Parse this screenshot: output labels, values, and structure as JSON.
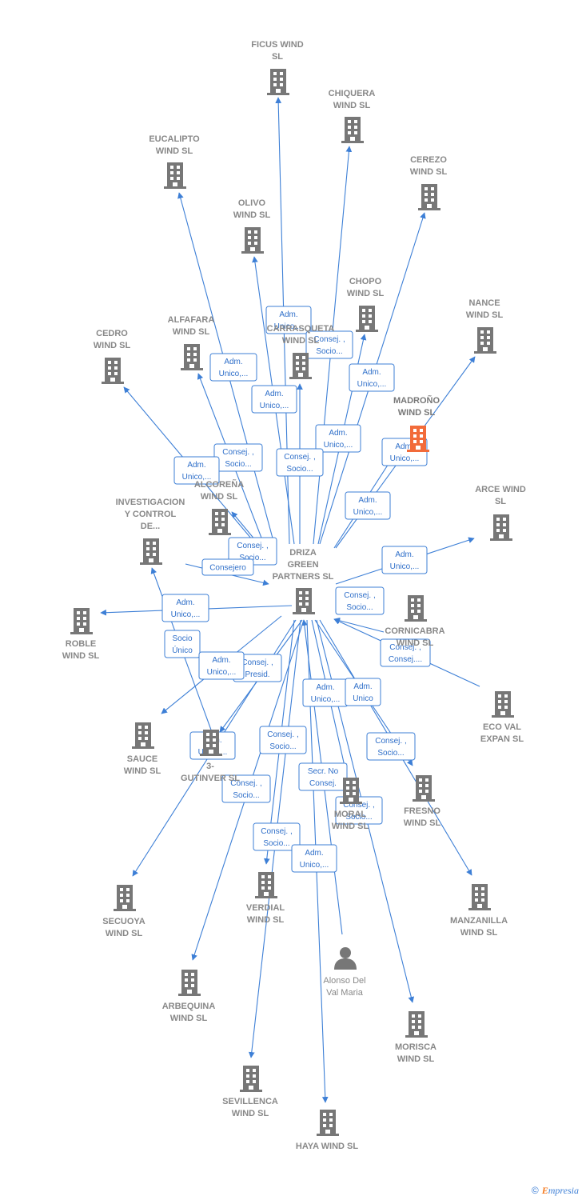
{
  "colors": {
    "edge": "#3d7fd6",
    "company_icon": "#777777",
    "focus_icon": "#f26b3a",
    "label": "#888888"
  },
  "nodes": [
    {
      "id": "ficus",
      "lines": [
        "FICUS WIND",
        "SL"
      ],
      "icon": "building-icon"
    },
    {
      "id": "chiquera",
      "lines": [
        "CHIQUERA",
        "WIND  SL"
      ],
      "icon": "building-icon"
    },
    {
      "id": "eucalipto",
      "lines": [
        "EUCALIPTO",
        "WIND  SL"
      ],
      "icon": "building-icon"
    },
    {
      "id": "cerezo",
      "lines": [
        "CEREZO",
        "WIND  SL"
      ],
      "icon": "building-icon"
    },
    {
      "id": "olivo",
      "lines": [
        "OLIVO",
        "WIND  SL"
      ],
      "icon": "building-icon"
    },
    {
      "id": "chopo",
      "lines": [
        "CHOPO",
        "WIND  SL"
      ],
      "icon": "building-icon"
    },
    {
      "id": "nance",
      "lines": [
        "NANCE",
        "WIND  SL"
      ],
      "icon": "building-icon"
    },
    {
      "id": "alfafara",
      "lines": [
        "ALFAFARA",
        "WIND  SL"
      ],
      "icon": "building-icon"
    },
    {
      "id": "cedro",
      "lines": [
        "CEDRO",
        "WIND  SL"
      ],
      "icon": "building-icon"
    },
    {
      "id": "carrasqueta",
      "lines": [
        "CARRASQUETA",
        "WIND  SL"
      ],
      "icon": "building-icon"
    },
    {
      "id": "madrono",
      "lines": [
        "MADROÑO",
        "WIND  SL"
      ],
      "icon": "building-icon",
      "focus": true
    },
    {
      "id": "arce",
      "lines": [
        "ARCE WIND",
        "SL"
      ],
      "icon": "building-icon"
    },
    {
      "id": "alcorena",
      "lines": [
        "ALCOREÑA",
        "WIND  SL"
      ],
      "icon": "building-icon"
    },
    {
      "id": "investigacion",
      "lines": [
        "INVESTIGACION",
        "Y CONTROL",
        "DE..."
      ],
      "icon": "building-icon"
    },
    {
      "id": "driza",
      "lines": [
        "DRIZA",
        "GREEN",
        "PARTNERS  SL"
      ],
      "icon": "building-icon"
    },
    {
      "id": "cornicabra",
      "lines": [
        "CORNICABRA",
        "WIND  SL"
      ],
      "icon": "building-icon"
    },
    {
      "id": "roble",
      "lines": [
        "ROBLE",
        "WIND  SL"
      ],
      "icon": "building-icon"
    },
    {
      "id": "ecoval",
      "lines": [
        "ECO VAL",
        "EXPAN  SL"
      ],
      "icon": "building-icon"
    },
    {
      "id": "sauce",
      "lines": [
        "SAUCE",
        "WIND  SL"
      ],
      "icon": "building-icon"
    },
    {
      "id": "gutinver",
      "lines": [
        "3-",
        "GUTINVER  SL"
      ],
      "icon": "building-icon"
    },
    {
      "id": "fresno",
      "lines": [
        "FRESNO",
        "WIND  SL"
      ],
      "icon": "building-icon"
    },
    {
      "id": "moral",
      "lines": [
        "MORAL",
        "WIND  SL"
      ],
      "icon": "building-icon"
    },
    {
      "id": "secuoya",
      "lines": [
        "SECUOYA",
        "WIND  SL"
      ],
      "icon": "building-icon"
    },
    {
      "id": "verdial",
      "lines": [
        "VERDIAL",
        "WIND  SL"
      ],
      "icon": "building-icon"
    },
    {
      "id": "manzanilla",
      "lines": [
        "MANZANILLA",
        "WIND  SL"
      ],
      "icon": "building-icon"
    },
    {
      "id": "alonso",
      "lines": [
        "Alonso Del",
        "Val Maria"
      ],
      "icon": "person-icon"
    },
    {
      "id": "arbequina",
      "lines": [
        "ARBEQUINA",
        "WIND  SL"
      ],
      "icon": "building-icon"
    },
    {
      "id": "morisca",
      "lines": [
        "MORISCA",
        "WIND  SL"
      ],
      "icon": "building-icon"
    },
    {
      "id": "sevillenca",
      "lines": [
        "SEVILLENCA",
        "WIND  SL"
      ],
      "icon": "building-icon"
    },
    {
      "id": "haya",
      "lines": [
        "HAYA WIND  SL"
      ],
      "icon": "building-icon"
    }
  ],
  "roles": [
    {
      "id": "r1",
      "lines": [
        "Adm.",
        "Unico,..."
      ]
    },
    {
      "id": "r2",
      "lines": [
        "Consej. ,",
        "Socio..."
      ]
    },
    {
      "id": "r3",
      "lines": [
        "Adm.",
        "Unico,..."
      ]
    },
    {
      "id": "r4",
      "lines": [
        "Adm.",
        "Unico,..."
      ]
    },
    {
      "id": "r5",
      "lines": [
        "Adm.",
        "Unico,..."
      ]
    },
    {
      "id": "r6",
      "lines": [
        "Adm.",
        "Unico,..."
      ]
    },
    {
      "id": "r7",
      "lines": [
        "Consej. ,",
        "Socio..."
      ]
    },
    {
      "id": "r8",
      "lines": [
        "Adm.",
        "Unico,..."
      ]
    },
    {
      "id": "r9",
      "lines": [
        "Consej. ,",
        "Socio..."
      ]
    },
    {
      "id": "r10",
      "lines": [
        "Adm.",
        "Unico,..."
      ]
    },
    {
      "id": "r11",
      "lines": [
        "Adm.",
        "Unico,..."
      ]
    },
    {
      "id": "r12",
      "lines": [
        "Consej. ,",
        "Socio..."
      ]
    },
    {
      "id": "r13",
      "lines": [
        "Consejero"
      ]
    },
    {
      "id": "r14",
      "lines": [
        "Adm.",
        "Unico,..."
      ]
    },
    {
      "id": "r15",
      "lines": [
        "Consej. ,",
        "Socio..."
      ]
    },
    {
      "id": "r16",
      "lines": [
        "Adm.",
        "Unico,..."
      ]
    },
    {
      "id": "r17",
      "lines": [
        "Consej. ,",
        "Consej...."
      ]
    },
    {
      "id": "r18",
      "lines": [
        "Socio",
        "Único"
      ]
    },
    {
      "id": "r19",
      "lines": [
        "Consej. ,",
        "Presid."
      ]
    },
    {
      "id": "r20",
      "lines": [
        "Adm.",
        "Unico,..."
      ]
    },
    {
      "id": "r21",
      "lines": [
        "Adm.",
        "Unico,..."
      ]
    },
    {
      "id": "r22",
      "lines": [
        "Adm.",
        "Unico"
      ]
    },
    {
      "id": "r23",
      "lines": [
        "Adm.",
        "Unico,..."
      ]
    },
    {
      "id": "r24",
      "lines": [
        "Consej. ,",
        "Socio..."
      ]
    },
    {
      "id": "r25",
      "lines": [
        "Consej. ,",
        "Socio..."
      ]
    },
    {
      "id": "r26",
      "lines": [
        "Secr.  No",
        "Consej."
      ]
    },
    {
      "id": "r27",
      "lines": [
        "Consej. ,",
        "Socio..."
      ]
    },
    {
      "id": "r28",
      "lines": [
        "Consej. ,",
        "Socio..."
      ]
    },
    {
      "id": "r29",
      "lines": [
        "Consej. ,",
        "Socio..."
      ]
    },
    {
      "id": "r30",
      "lines": [
        "Adm.",
        "Unico,..."
      ]
    }
  ],
  "footer": {
    "copyright": "©",
    "brand_first": "E",
    "brand_rest": "mpresia"
  }
}
